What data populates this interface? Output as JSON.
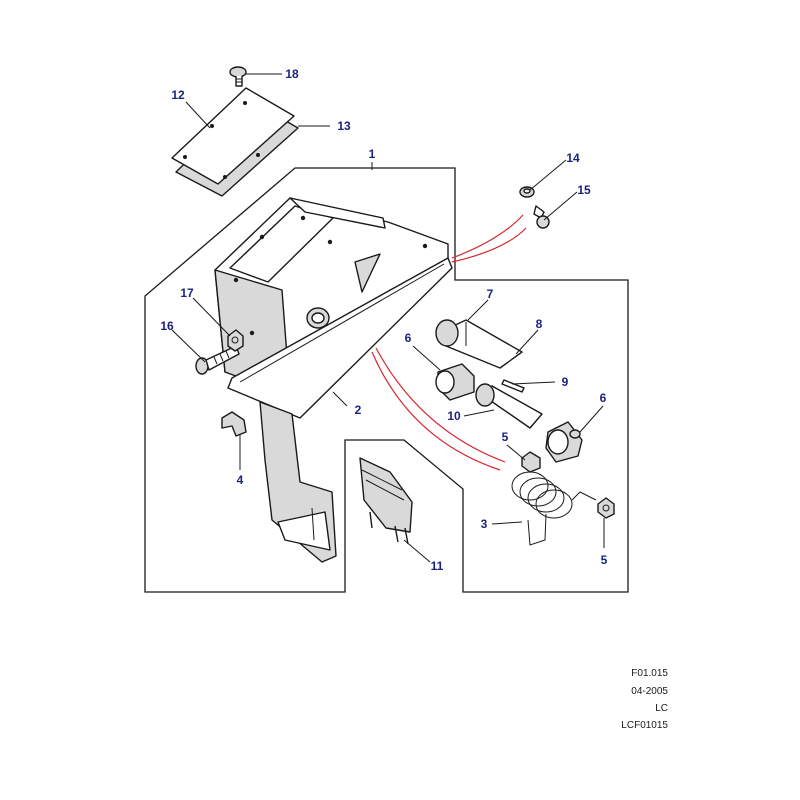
{
  "callouts": {
    "c1": "1",
    "c2": "2",
    "c3": "3",
    "c4": "4",
    "c5a": "5",
    "c5b": "5",
    "c6a": "6",
    "c6b": "6",
    "c7": "7",
    "c8": "8",
    "c9": "9",
    "c10": "10",
    "c11": "11",
    "c12": "12",
    "c13": "13",
    "c14": "14",
    "c15": "15",
    "c16": "16",
    "c17": "17",
    "c18": "18"
  },
  "reference": {
    "figure": "F01.015",
    "date": "04-2005",
    "code1": "LC",
    "code2": "LCF01015"
  }
}
